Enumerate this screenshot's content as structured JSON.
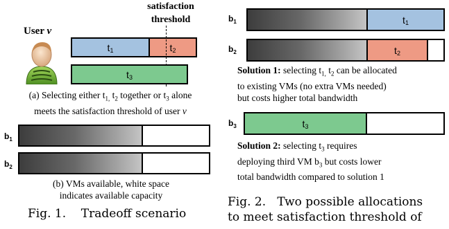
{
  "fig1": {
    "threshold_label_1": "satisfaction",
    "threshold_label_2": "threshold",
    "user_label": "User",
    "user_var": "v",
    "t1": "t",
    "t1_sub": "1",
    "t2": "t",
    "t2_sub": "2",
    "t3": "t",
    "t3_sub": "3",
    "caption_a_line1": "(a) Selecting either t",
    "caption_a_line1_b": "1,",
    "caption_a_line1_c": " t",
    "caption_a_line1_d": "2",
    "caption_a_line1_e": " together or t",
    "caption_a_line1_f": "3",
    "caption_a_line1_g": " alone",
    "caption_a_line2": "meets the satisfaction threshold of user ",
    "caption_a_line2_var": "v",
    "b1": "b",
    "b1_sub": "1",
    "b2": "b",
    "b2_sub": "2",
    "caption_b_line1": "(b) VMs available, white space",
    "caption_b_line2": "indicates available capacity",
    "fig_label": "Fig. 1.",
    "fig_title": "Tradeoff scenario"
  },
  "fig2": {
    "b1": "b",
    "b1_sub": "1",
    "b2": "b",
    "b2_sub": "2",
    "b3": "b",
    "b3_sub": "3",
    "t1": "t",
    "t1_sub": "1",
    "t2": "t",
    "t2_sub": "2",
    "t3": "t",
    "t3_sub": "3",
    "sol1_bold": "Solution 1:",
    "sol1_l1": " selecting t",
    "sol1_l1_s1": "1,",
    "sol1_l1_b": " t",
    "sol1_l1_s2": "2",
    "sol1_l1_c": " can be allocated",
    "sol1_l2": "to existing VMs (no extra VMs needed)",
    "sol1_l3": "but costs higher total bandwidth",
    "sol2_bold": "Solution 2:",
    "sol2_l1": " selecting t",
    "sol2_l1_s": "3",
    "sol2_l1_b": " requires",
    "sol2_l2": "deploying third VM b",
    "sol2_l2_s": "3",
    "sol2_l2_b": " but costs lower",
    "sol2_l3": "total bandwidth compared to solution 1",
    "fig_label": "Fig. 2.",
    "fig_title_1": "Two possible allocations",
    "fig_title_2": "to meet satisfaction threshold of"
  },
  "colors": {
    "task_blue": "#a4c2e0",
    "task_red": "#ee9a84",
    "task_green": "#7dc98f",
    "vm_dark": "#3d3d3d",
    "avatar_green": "#7fbf3f"
  }
}
